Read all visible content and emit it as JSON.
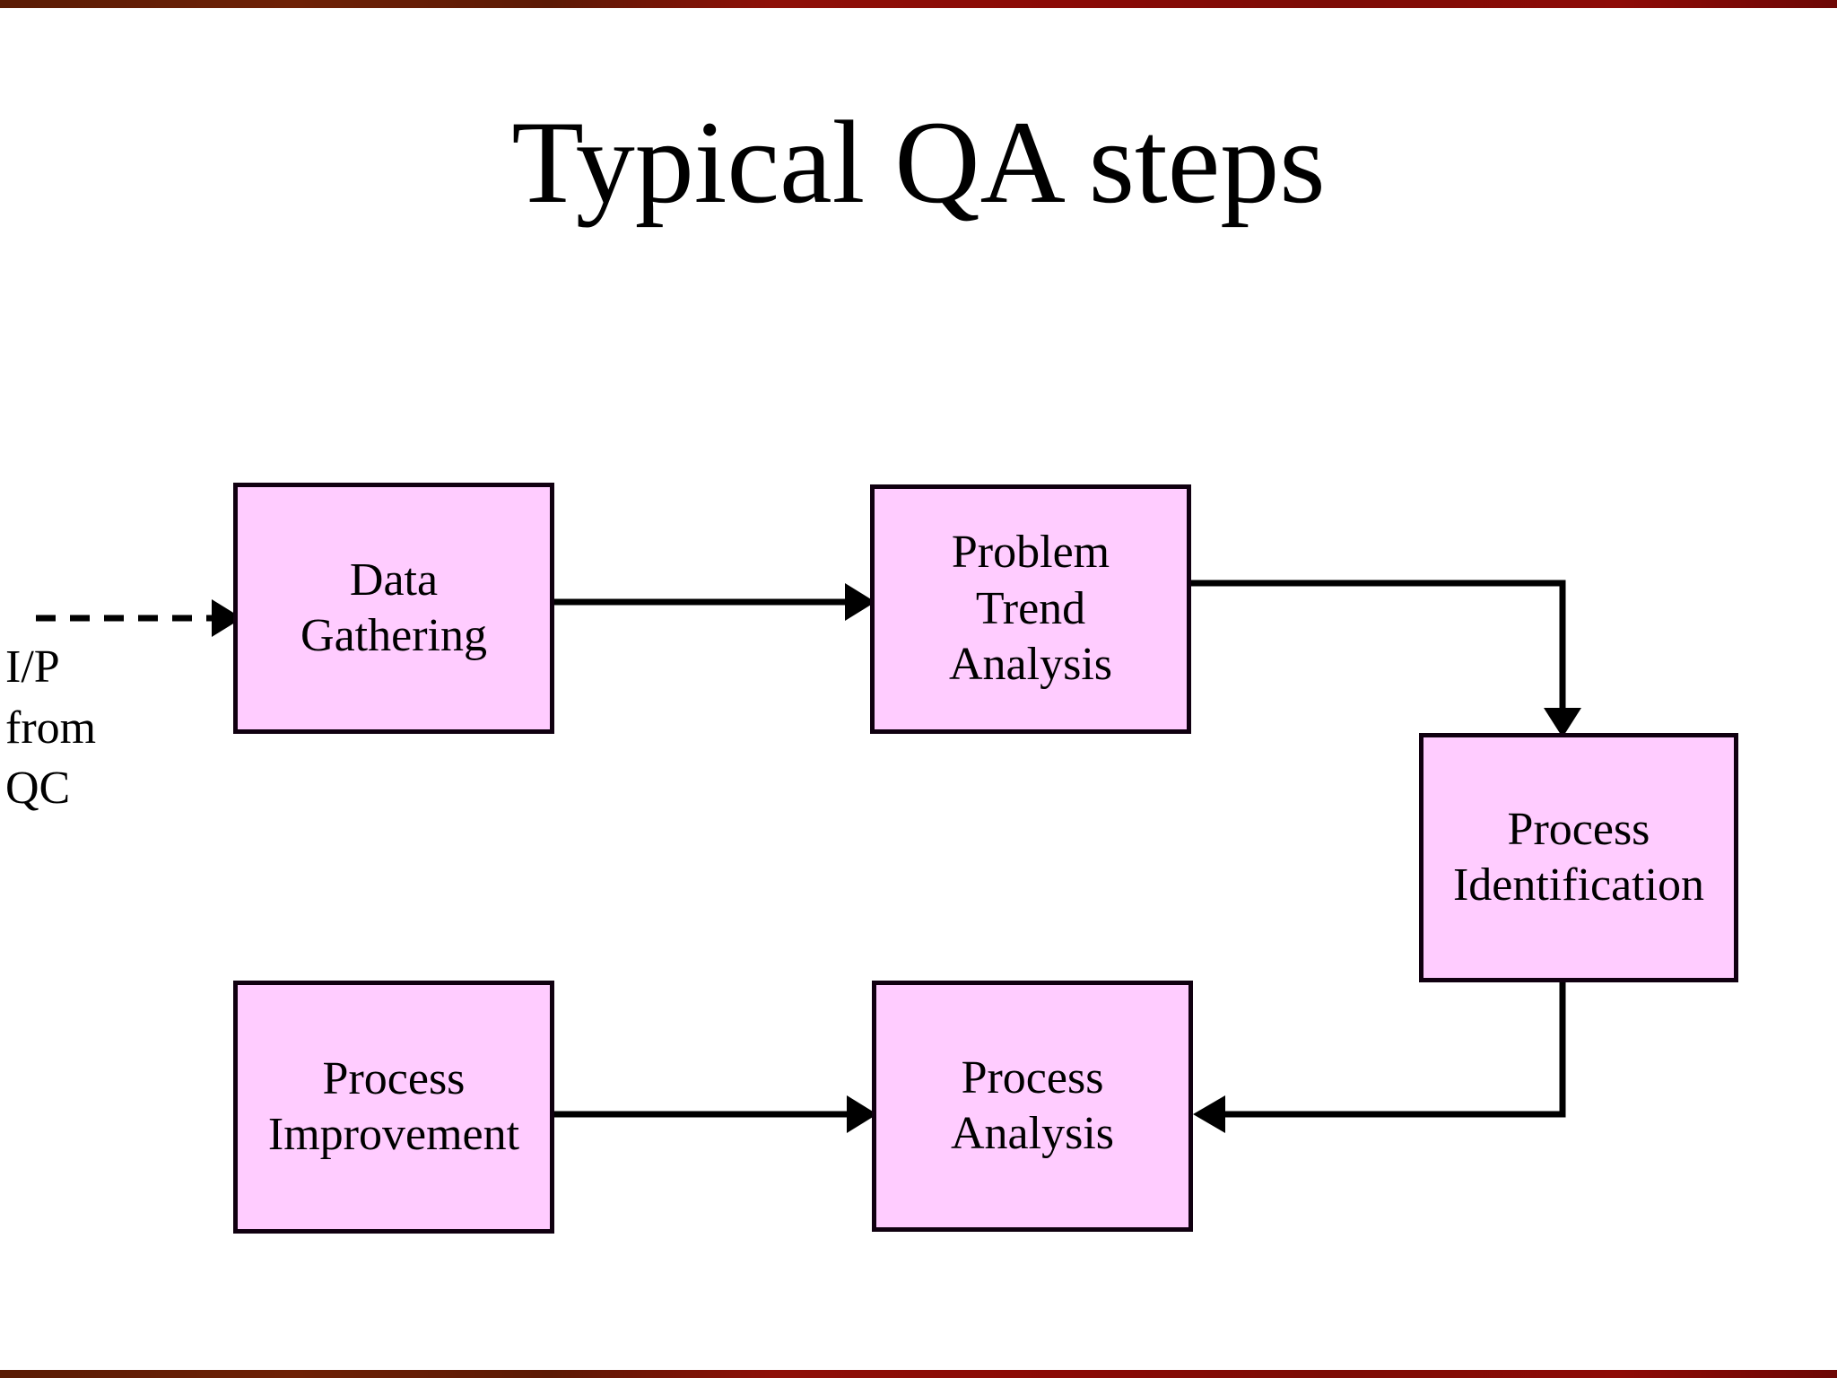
{
  "slide": {
    "title": "Typical QA steps",
    "frame_color": "#7d0c06",
    "background": "#ffffff"
  },
  "diagram": {
    "type": "flowchart",
    "box_fill": "#FFCCFF",
    "box_border": "#100010",
    "connector_color": "#000000",
    "input_label": "I/P\nfrom\nQC",
    "nodes": [
      {
        "id": "data-gathering",
        "label": "Data\nGathering"
      },
      {
        "id": "problem-trend-analysis",
        "label": "Problem\nTrend\nAnalysis"
      },
      {
        "id": "process-identification",
        "label": "Process\nIdentification"
      },
      {
        "id": "process-improvement",
        "label": "Process\nImprovement"
      },
      {
        "id": "process-analysis",
        "label": "Process\nAnalysis"
      }
    ],
    "edges": [
      {
        "from": "input",
        "to": "data-gathering",
        "style": "dashed",
        "arrow": "right"
      },
      {
        "from": "data-gathering",
        "to": "problem-trend-analysis",
        "style": "solid",
        "arrow": "right"
      },
      {
        "from": "problem-trend-analysis",
        "to": "process-identification",
        "style": "solid",
        "arrow": "down"
      },
      {
        "from": "process-identification",
        "to": "process-analysis",
        "style": "solid",
        "arrow": "left"
      },
      {
        "from": "process-improvement",
        "to": "process-analysis",
        "style": "solid",
        "arrow": "right"
      }
    ]
  }
}
